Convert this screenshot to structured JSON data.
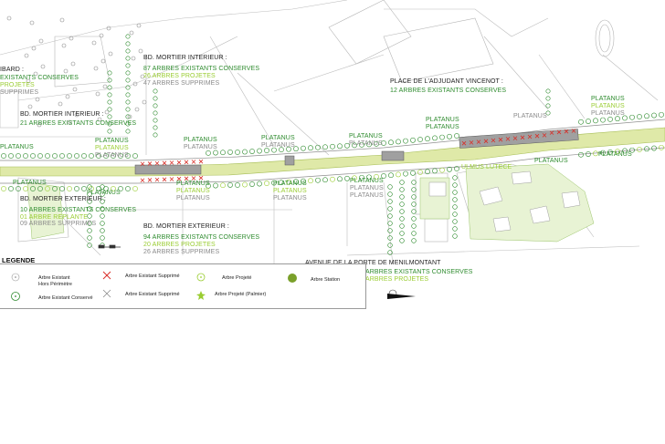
{
  "labels": {
    "bd_mortier_interieur_1": {
      "title": "BD. MORTIER INTERIEUR :",
      "l1": "87 ARBRES EXISTANTS CONSERVES",
      "l2": "26 ARBRES PROJETES",
      "l3": "47 ARBRES SUPPRIMES"
    },
    "place_adjudant": {
      "title": "PLACE DE L'ADJUDANT VINCENOT :",
      "l1": "12 ARBRES EXISTANTS CONSERVES"
    },
    "bd_mortier_interieur_2": {
      "title": "BD. MORTIER INTERIEUR :",
      "l1": "21 ARBRES EXISTANTS CONSERVES"
    },
    "bd_mortier_exterieur_1": {
      "title": "BD. MORTIER EXTERIEUR :",
      "l1": "10 ARBRES EXISTANTS CONSERVES",
      "l2": "01 ARBRE REPLANTE",
      "l3": "09 ARBRES SUPPRIMES"
    },
    "bd_mortier_exterieur_2": {
      "title": "BD. MORTIER EXTERIEUR :",
      "l1": "94 ARBRES EXISTANTS CONSERVES",
      "l2": "20 ARBRES PROJETES",
      "l3": "26 ARBRES SUPPRIMES"
    },
    "avenue_menilmontant": {
      "title": "AVENUE DE LA PORTE DE MENILMONTANT",
      "l1": "ARBRES EXISTANTS CONSERVES",
      "l2": "ARBRES PROJETES"
    },
    "bard": "IBARD :",
    "conserves_left": "EXISTANTS CONSERVES",
    "projetes_left": "PROJETES",
    "supprimes_left": "SUPPRIMES",
    "ulmus": "ULMUS LUTECE",
    "platanus": "PLATANUS"
  },
  "legend": {
    "title": "LEGENDE",
    "items": {
      "existant_hors": "Arbre Existant",
      "existant_hors_2": "Hors Périmètre",
      "existant_conserve": "Arbre Existant Conservé",
      "supprime_red": "Arbre Existant Supprimé",
      "supprime_gray": "Arbre Existant Supprimé",
      "projete": "Arbre Projeté",
      "projete_palmier": "Arbre Projeté (Palmier)",
      "station": "Arbre Station"
    }
  },
  "colors": {
    "existing_green": "#2e8b2e",
    "projected_yellowgreen": "#9acd32",
    "removed_red": "#d9302a",
    "removed_gray": "#8a8a8a",
    "tram_band": "#dfe9a8",
    "station": "#7aa02a"
  }
}
